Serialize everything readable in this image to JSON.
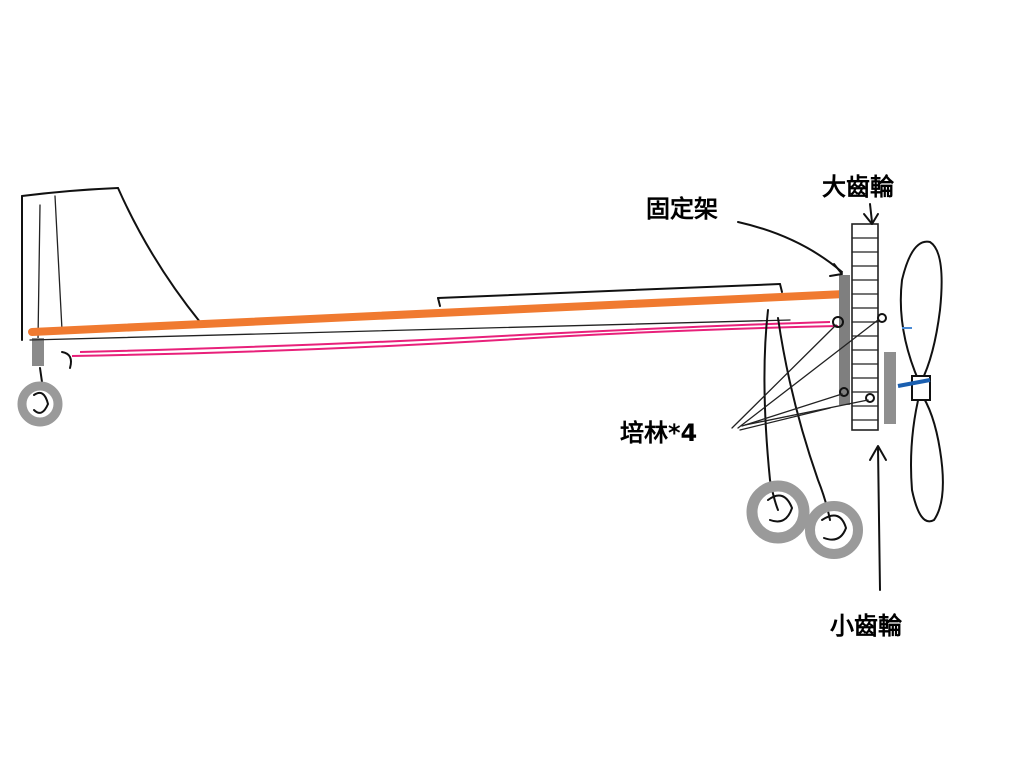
{
  "labels": {
    "fixed_bracket": "固定架",
    "large_gear": "大齒輪",
    "bearings": "培林*4",
    "small_gear": "小齒輪"
  },
  "colors": {
    "background": "#ffffff",
    "main_rod": "#f07a30",
    "rubber_band": "#e8207a",
    "wheel": "#9a9a9a",
    "bracket": "#7f7f7f"
  }
}
